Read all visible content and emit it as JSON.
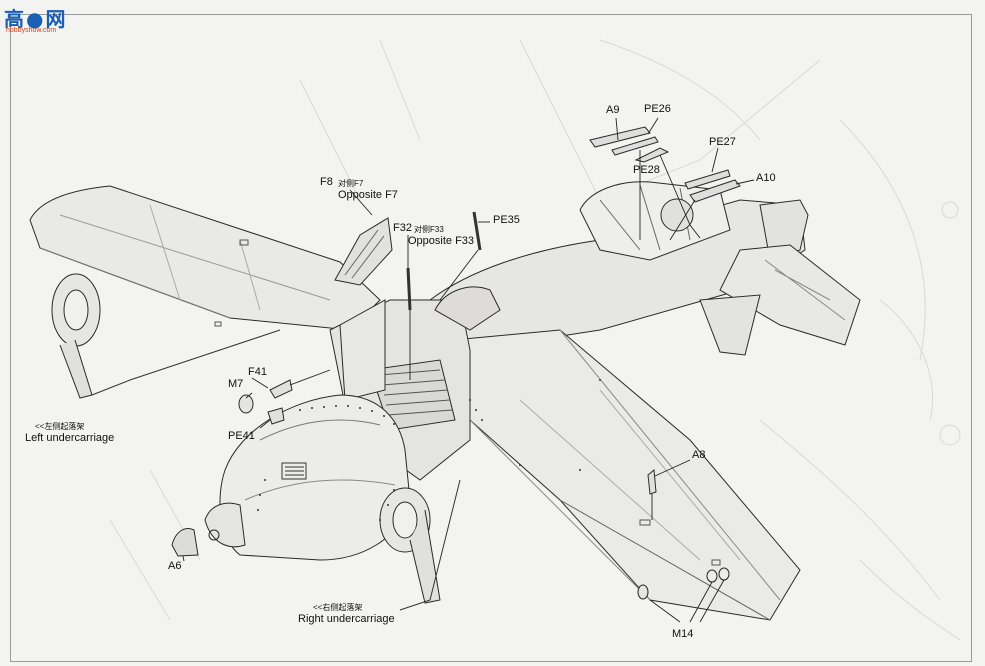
{
  "watermark": {
    "logo_text": "高●网",
    "site_text": "hobbyshow.com"
  },
  "labels": {
    "a9": "A9",
    "pe26": "PE26",
    "pe28": "PE28",
    "pe27": "PE27",
    "a10": "A10",
    "f8": "F8",
    "f8_cn": "对侧F7",
    "opp_f7": "Opposite F7",
    "f32": "F32",
    "f32_cn": "对侧F33",
    "opp_f33": "Opposite F33",
    "pe35": "PE35",
    "f41": "F41",
    "m7": "M7",
    "pe41": "PE41",
    "left_uc_cn": "<<左侧起落架",
    "left_uc": "Left undercarriage",
    "right_uc_cn": "<<右侧起落架",
    "right_uc": "Right undercarriage",
    "a6": "A6",
    "a8": "A8",
    "m14": "M14"
  }
}
